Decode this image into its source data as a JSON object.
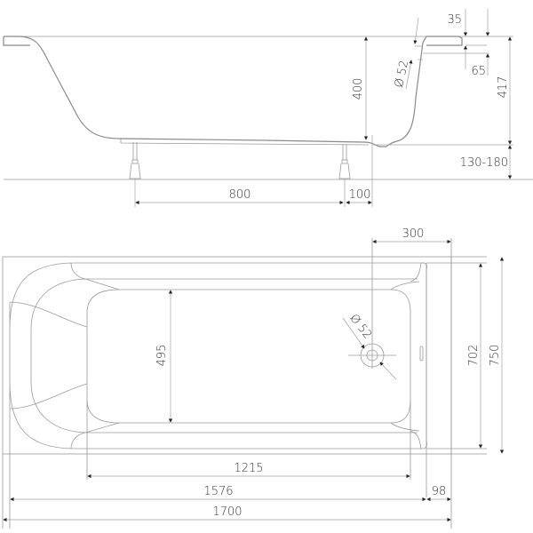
{
  "drawing": {
    "subject": "Bathtub technical drawing",
    "side_view": {
      "dimensions": {
        "rim_height": "400",
        "total_height": "417",
        "leg_height_range": "130-180",
        "leg_spacing": "800",
        "leg_offset": "100",
        "rim_top_offset": "35",
        "rim_lower_offset": "65",
        "overflow_diameter": "Ø 52"
      }
    },
    "top_view": {
      "dimensions": {
        "drain_offset": "300",
        "bottom_width": "495",
        "inner_width": "702",
        "outer_width": "750",
        "bottom_length": "1215",
        "inner_length": "1576",
        "rim_end": "98",
        "overall_length": "1700",
        "drain_diameter": "Ø 52"
      }
    },
    "colors": {
      "line": "#9a9a9a",
      "text": "#333333",
      "arrow": "#222222",
      "background": "#ffffff"
    }
  }
}
